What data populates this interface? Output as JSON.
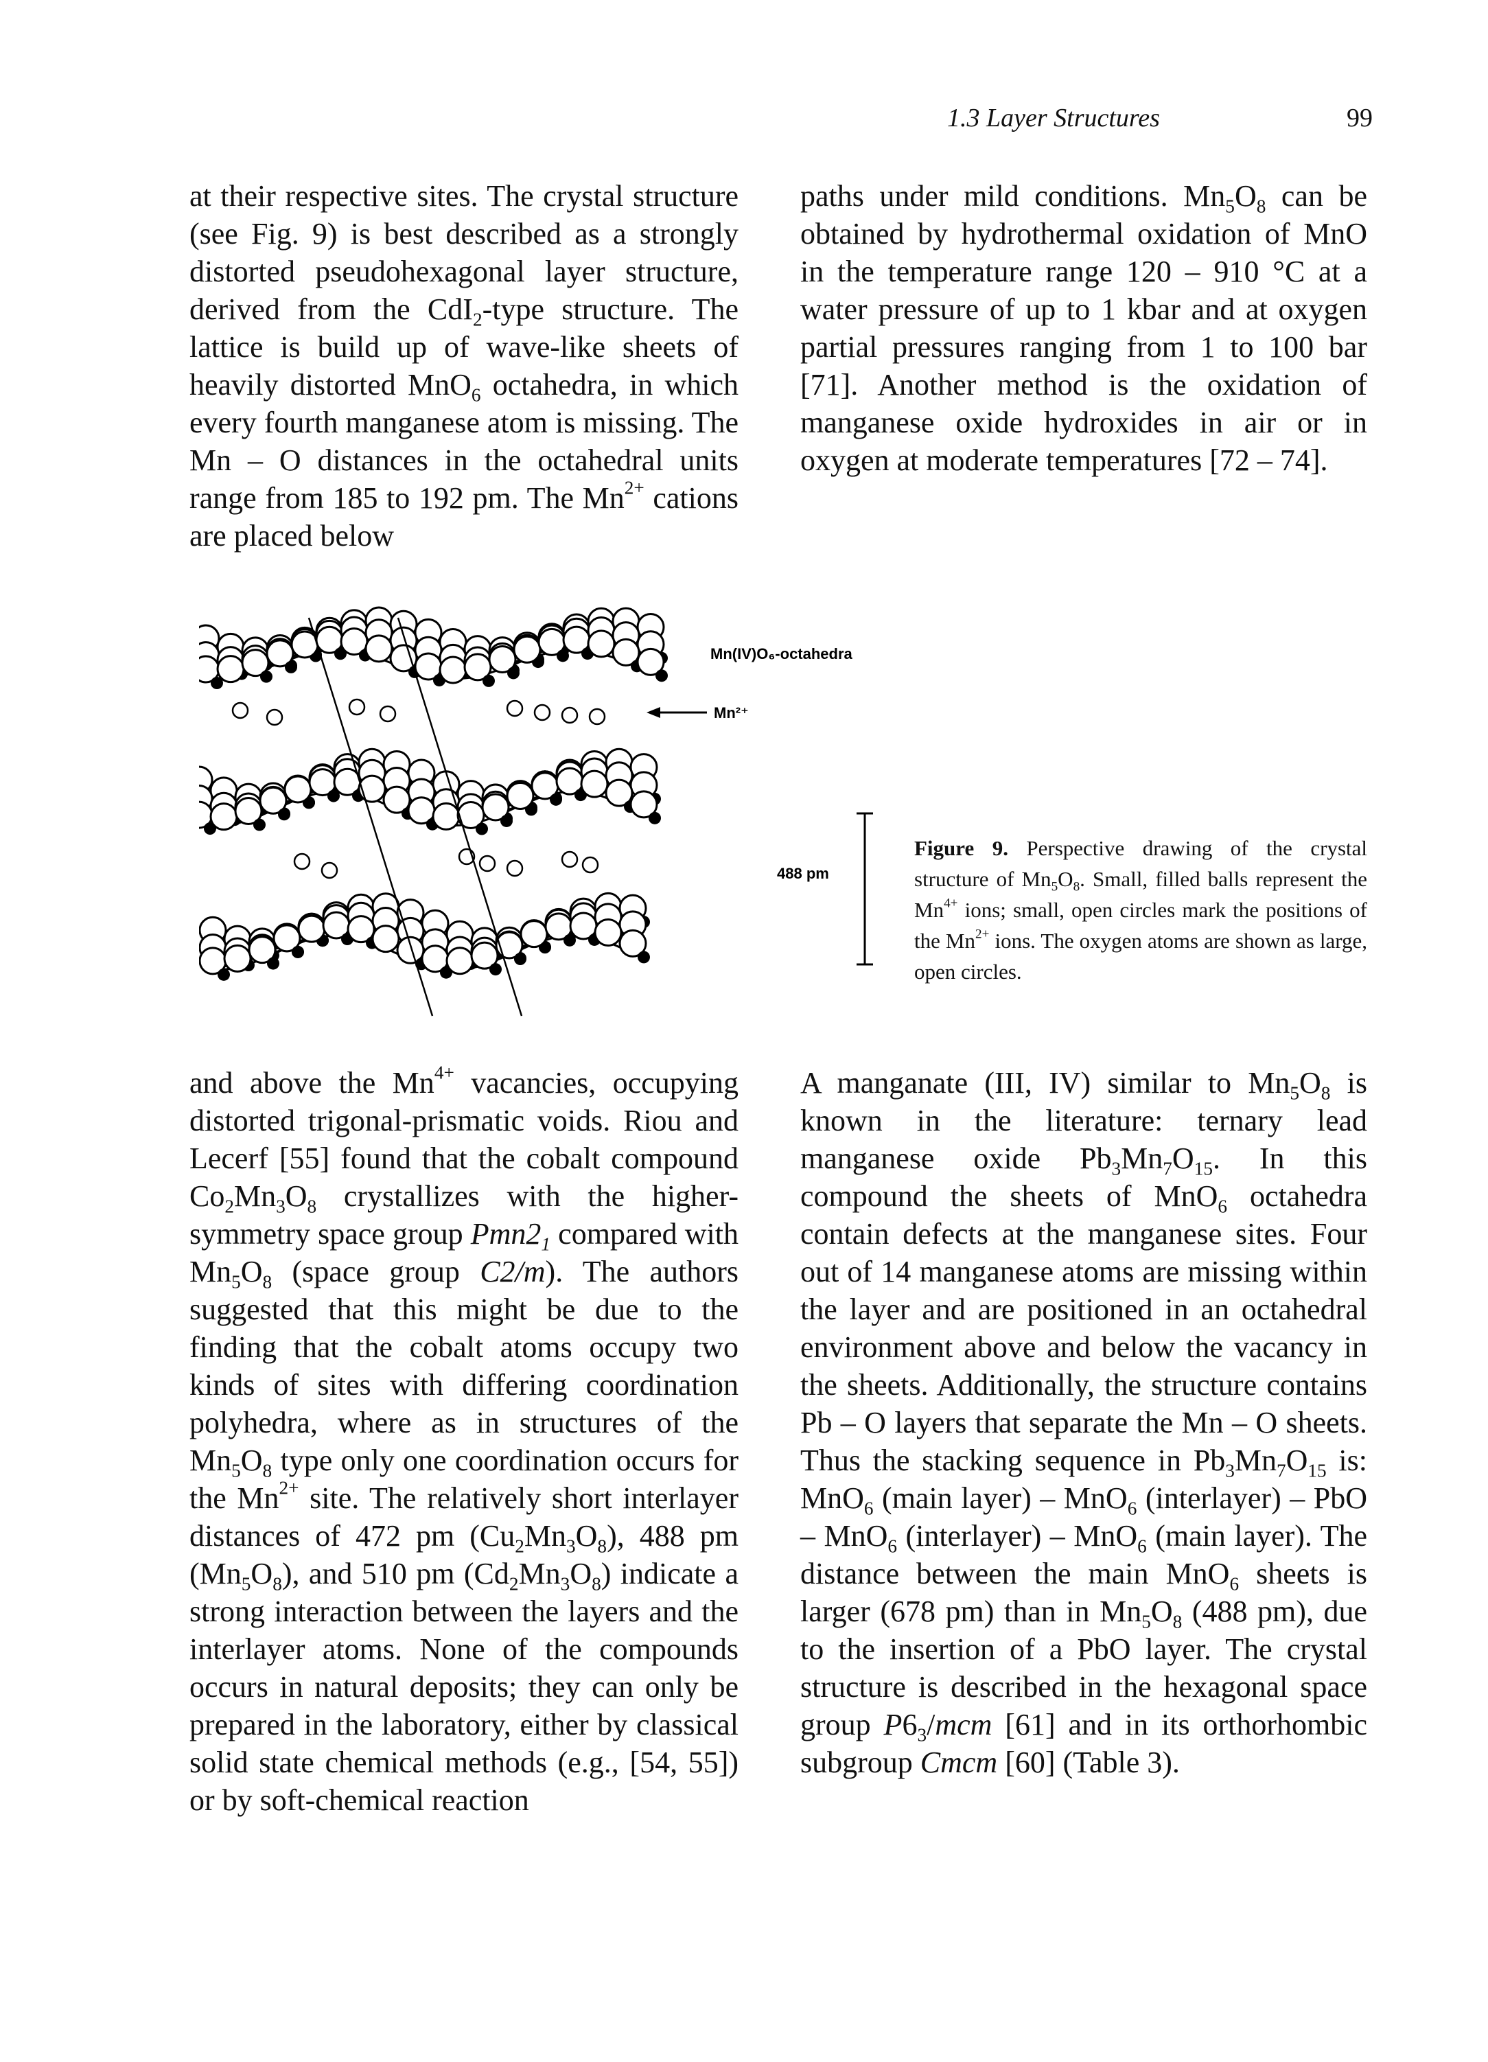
{
  "header": {
    "section": "1.3  Layer Structures",
    "page_number": "99"
  },
  "figure": {
    "label_octahedra": "Mn(IV)O₆-octahedra",
    "label_mn": "Mn²⁺",
    "label_distance": "488 pm"
  },
  "caption": {
    "label": "Figure 9.",
    "text_a": "Perspective drawing of the crystal structure of Mn",
    "text_b": "O",
    "text_c": ". Small, filled balls represent the Mn",
    "text_d": " ions; small, open circles mark the positions of the Mn",
    "text_e": " ions. The oxygen atoms are shown as large, open circles."
  }
}
